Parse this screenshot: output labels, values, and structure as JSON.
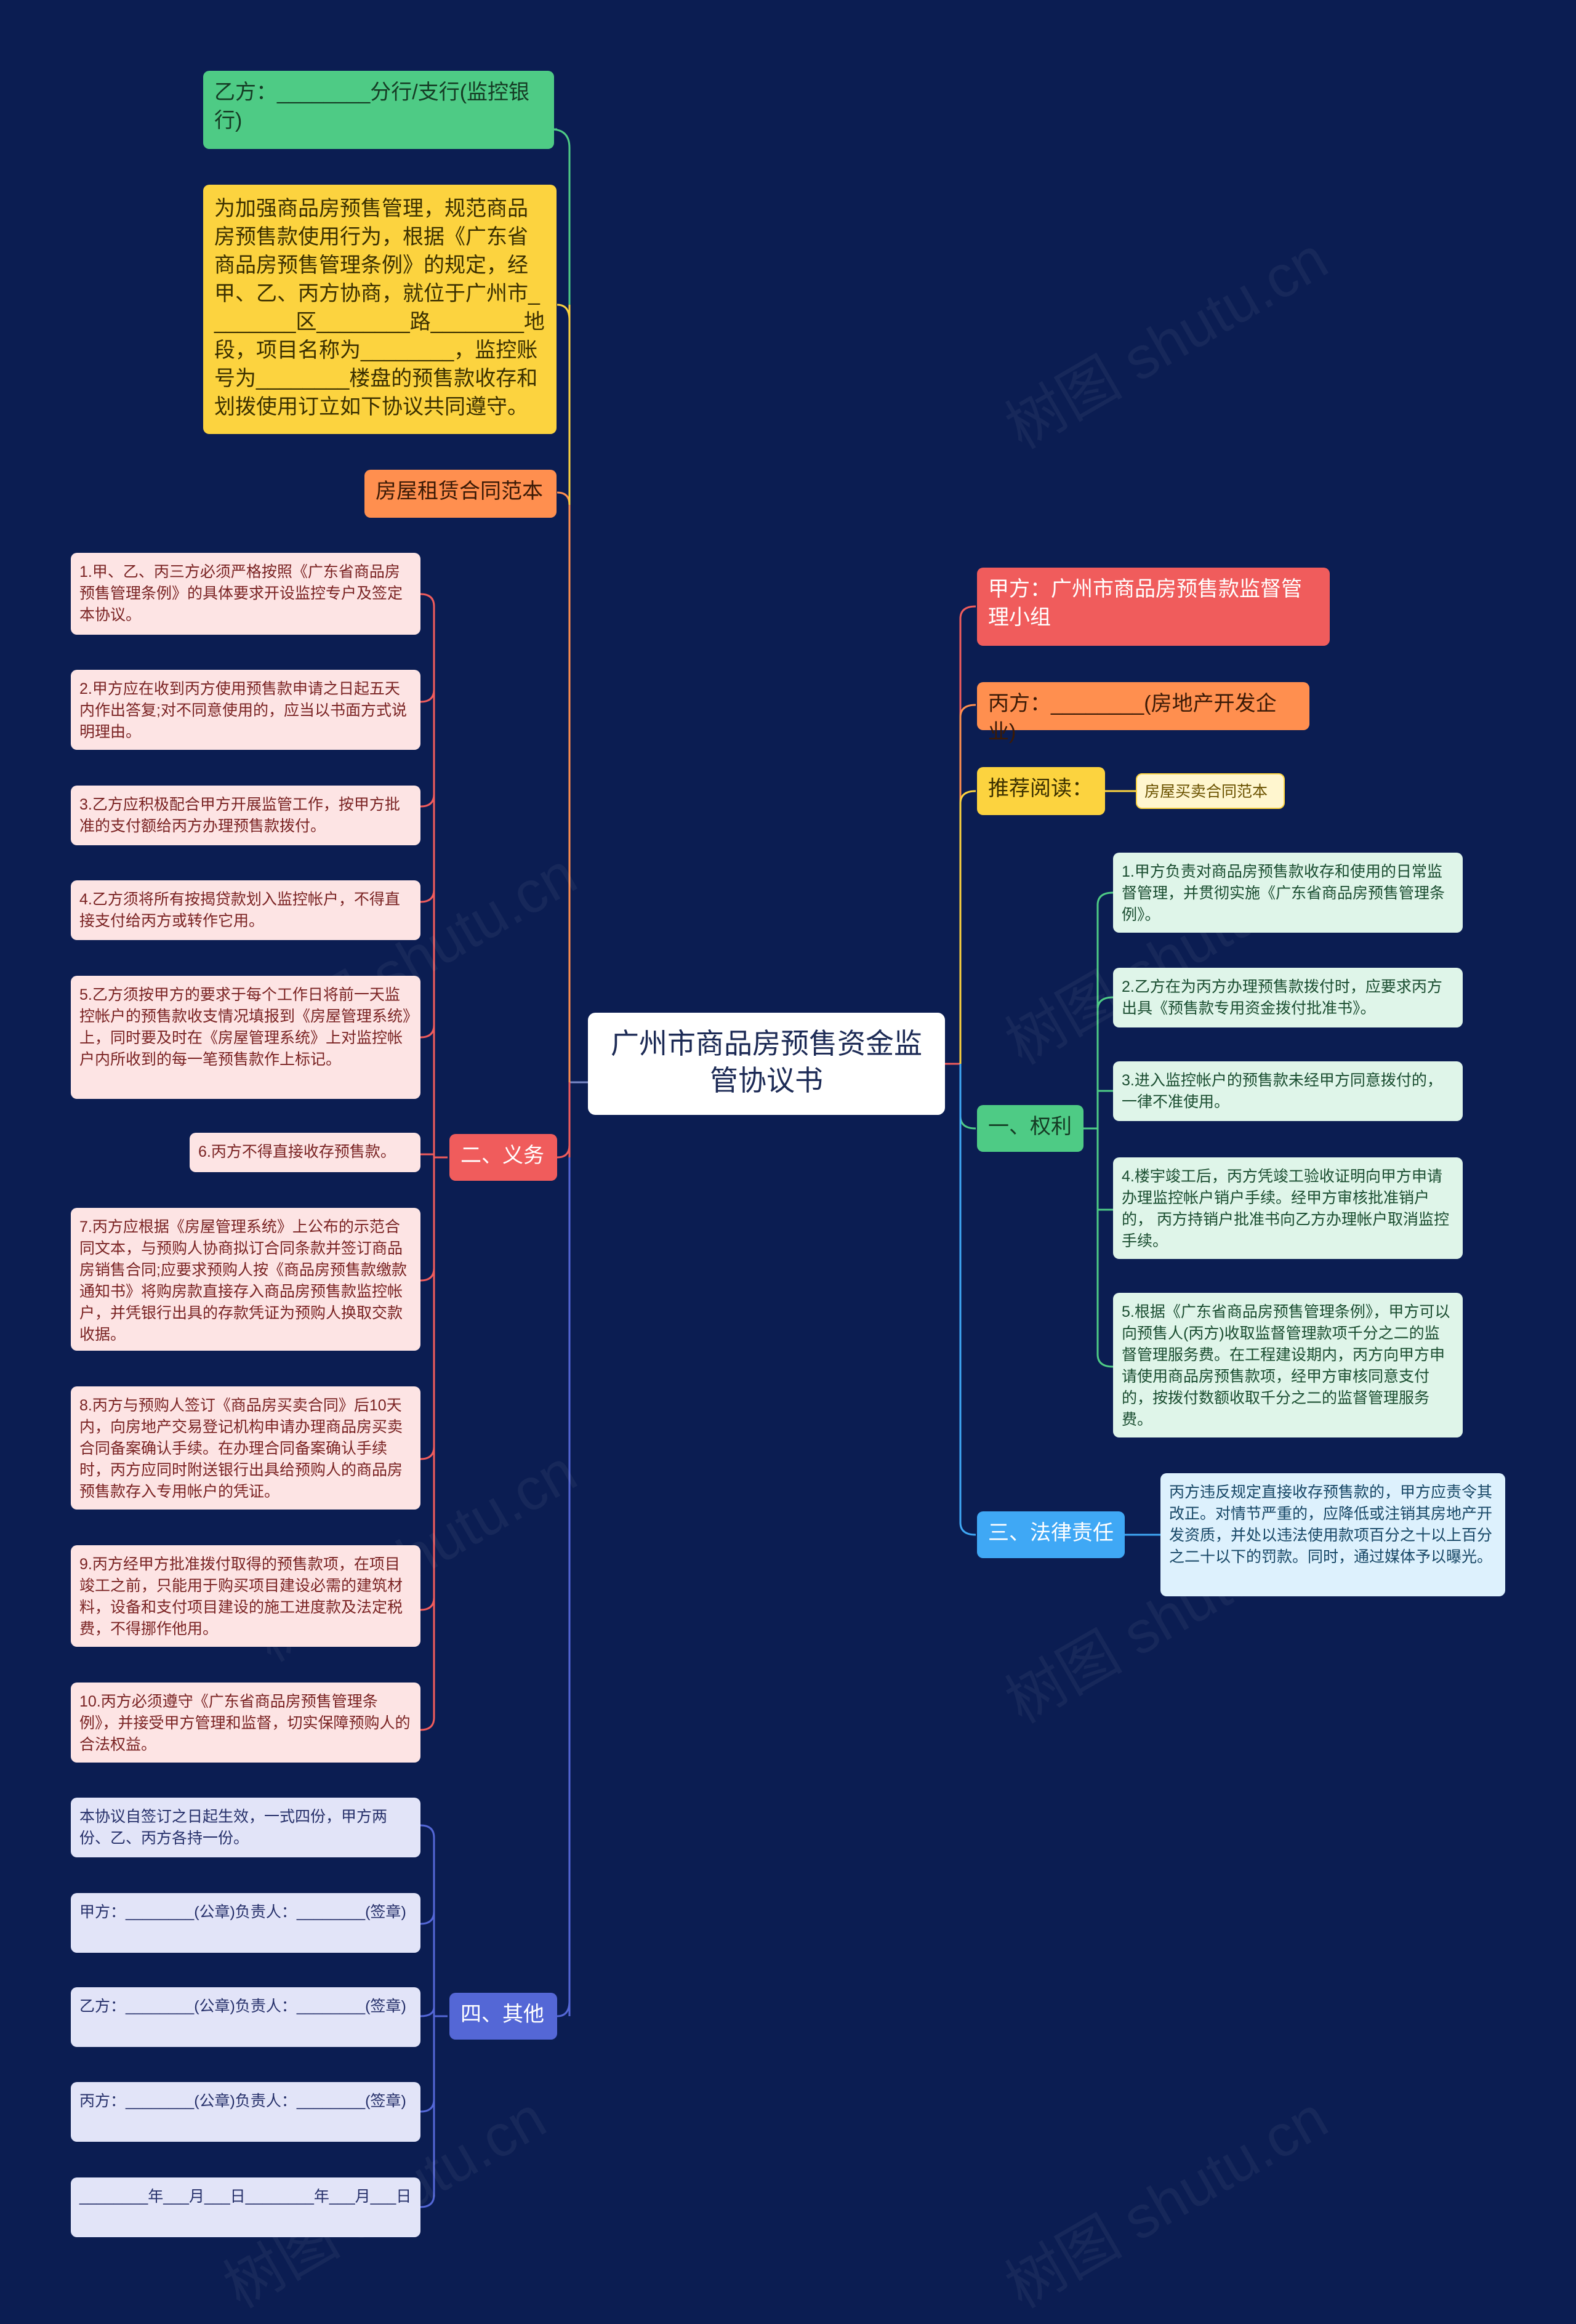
{
  "title": "广州市商品房预售资金监管协议书",
  "colors": {
    "background": "#0b1d52",
    "green": "#4ecb85",
    "yellow": "#fcd33f",
    "orange": "#ff8f4f",
    "red": "#f05c5c",
    "blue": "#3fa8f5",
    "indigo": "#5467d6",
    "pink_leaf": "#fde4e4",
    "green_leaf": "#dff5e9",
    "blue_leaf": "#ddf1fd",
    "indigo_leaf": "#e2e4f8"
  },
  "left": {
    "yi_fang": "乙方：________分行/支行(监控银行)",
    "preamble": "为加强商品房预售管理，规范商品房预售款使用行为，根据《广东省商品房预售管理条例》的规定，经甲、乙、丙方协商，就位于广州市________区________路________地段，项目名称为________，监控账号为________楼盘的预售款收存和划拨使用订立如下协议共同遵守。",
    "rental": "房屋租赁合同范本",
    "duties": {
      "label": "二、义务",
      "items": [
        "1.甲、乙、丙三方必须严格按照《广东省商品房预售管理条例》的具体要求开设监控专户及签定本协议。",
        "2.甲方应在收到丙方使用预售款申请之日起五天内作出答复;对不同意使用的，应当以书面方式说明理由。",
        "3.乙方应积极配合甲方开展监管工作，按甲方批准的支付额给丙方办理预售款拨付。",
        "4.乙方须将所有按揭贷款划入监控帐户，不得直接支付给丙方或转作它用。",
        "5.乙方须按甲方的要求于每个工作日将前一天监控帐户的预售款收支情况填报到《房屋管理系统》上，同时要及时在《房屋管理系统》上对监控帐户内所收到的每一笔预售款作上标记。",
        "6.丙方不得直接收存预售款。",
        "7.丙方应根据《房屋管理系统》上公布的示范合同文本，与预购人协商拟订合同条款并签订商品房销售合同;应要求预购人按《商品房预售款缴款通知书》将购房款直接存入商品房预售款监控帐户，并凭银行出具的存款凭证为预购人换取交款收据。",
        "8.丙方与预购人签订《商品房买卖合同》后10天内，向房地产交易登记机构申请办理商品房买卖合同备案确认手续。在办理合同备案确认手续时，丙方应同时附送银行出具给预购人的商品房预售款存入专用帐户的凭证。",
        "9.丙方经甲方批准拨付取得的预售款项，在项目竣工之前，只能用于购买项目建设必需的建筑材料，设备和支付项目建设的施工进度款及法定税费，不得挪作他用。",
        "10.丙方必须遵守《广东省商品房预售管理条例》，并接受甲方管理和监督，切实保障预购人的合法权益。"
      ]
    },
    "others": {
      "label": "四、其他",
      "items": [
        "本协议自签订之日起生效，一式四份，甲方两份、乙、丙方各持一份。",
        "甲方：________(公章)负责人：________(签章)",
        "乙方：________(公章)负责人：________(签章)",
        "丙方：________(公章)负责人：________(签章)",
        "________年___月___日________年___月___日"
      ]
    }
  },
  "right": {
    "jia_fang": "甲方：广州市商品房预售款监督管理小组",
    "bing_fang": "丙方：________(房地产开发企业)",
    "recommend": {
      "label": "推荐阅读：",
      "link": "房屋买卖合同范本"
    },
    "rights": {
      "label": "一、权利",
      "items": [
        "1.甲方负责对商品房预售款收存和使用的日常监督管理，并贯彻实施《广东省商品房预售管理条例》。",
        "2.乙方在为丙方办理预售款拨付时，应要求丙方出具《预售款专用资金拨付批准书》。",
        "3.进入监控帐户的预售款未经甲方同意拨付的，一律不准使用。",
        "4.楼宇竣工后，丙方凭竣工验收证明向甲方申请办理监控帐户销户手续。经甲方审核批准销户的， 丙方持销户批准书向乙方办理帐户取消监控手续。",
        "5.根据《广东省商品房预售管理条例》，甲方可以向预售人(丙方)收取监督管理款项千分之二的监督管理服务费。在工程建设期内，丙方向甲方申请使用商品房预售款项，经甲方审核同意支付的，按拨付数额收取千分之二的监督管理服务费。"
      ]
    },
    "liability": {
      "label": "三、法律责任",
      "items": [
        "丙方违反规定直接收存预售款的，甲方应责令其改正。对情节严重的，应降低或注销其房地产开发资质，并处以违法使用款项百分之十以上百分之二十以下的罚款。同时，通过媒体予以曝光。"
      ]
    }
  },
  "watermark": "树图 shutu.cn"
}
